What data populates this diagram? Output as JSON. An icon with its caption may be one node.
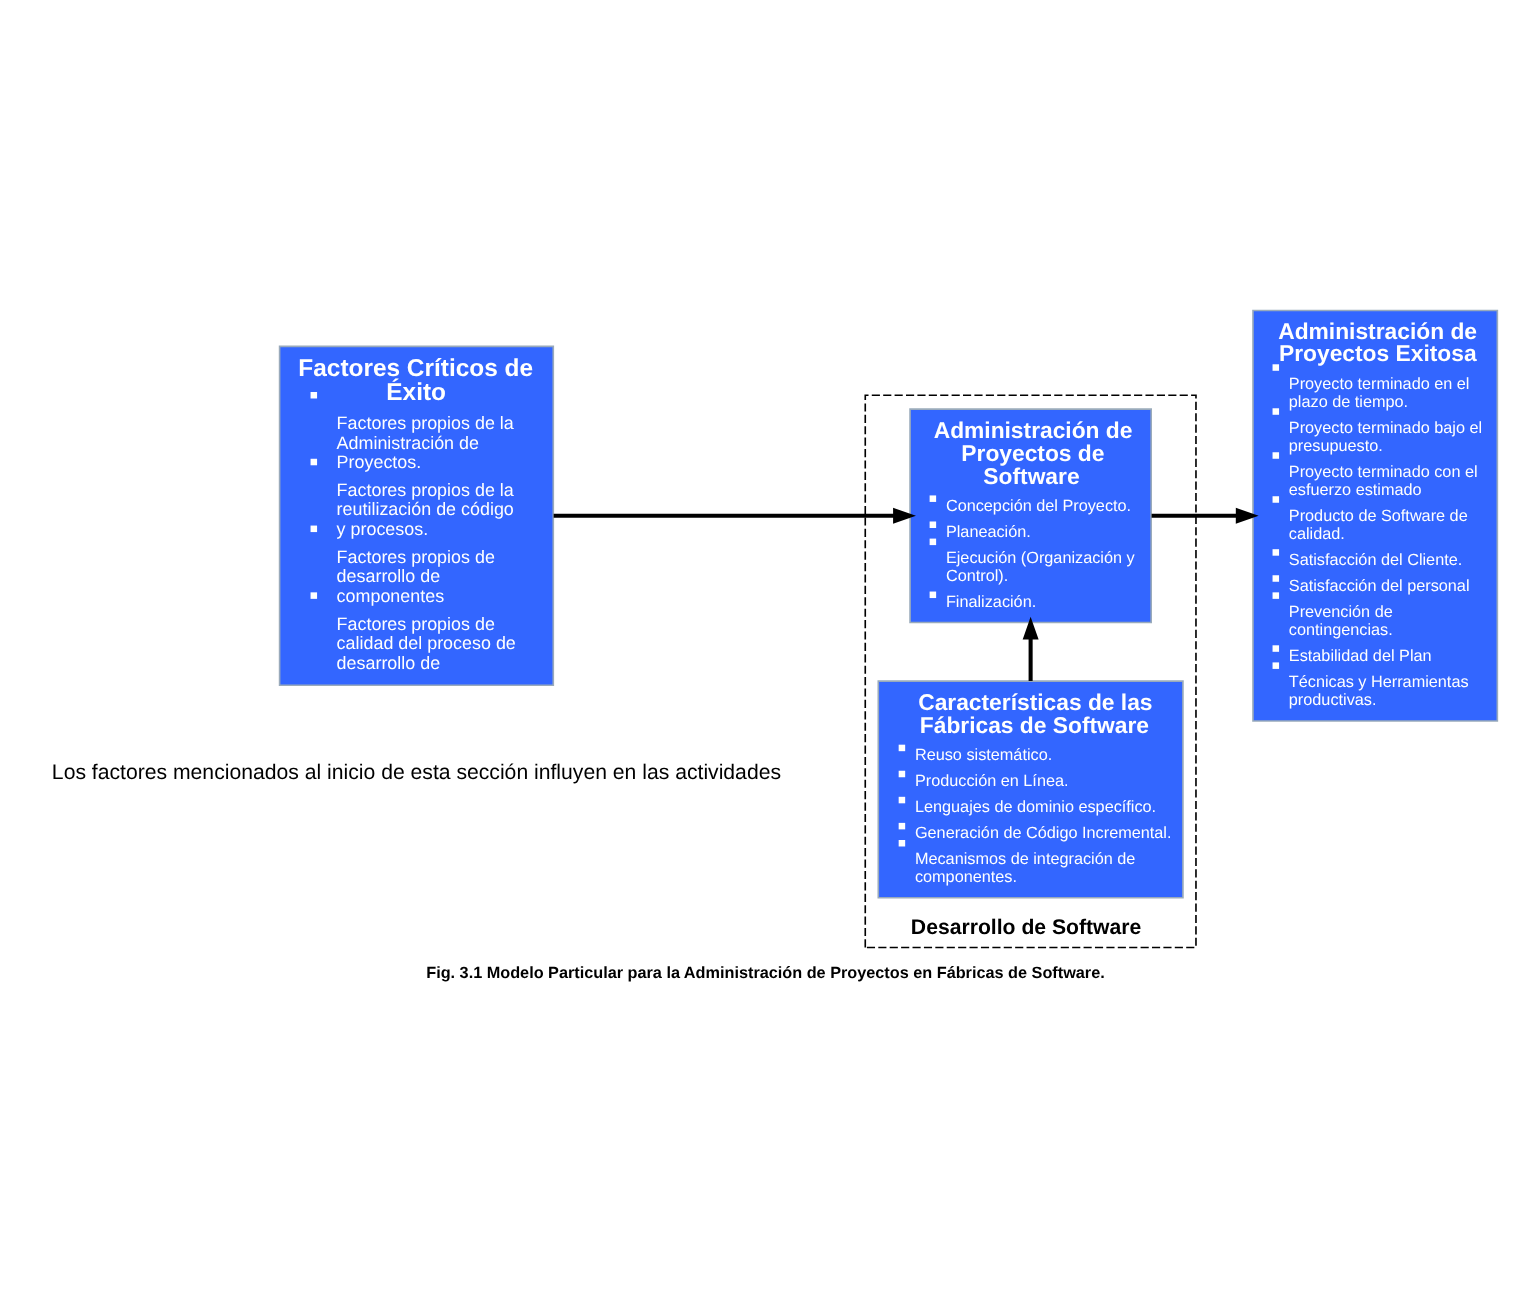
{
  "diagram": {
    "caption": "Fig. 3.1 Modelo Particular para la Administración de Proyectos en Fábricas de Software.",
    "nodes": [
      {
        "text": [
          "Factores Críticos de Éxito",
          "Factores propios de la Administración de Proyectos.",
          "Factores propios de la reutilización de código y procesos.",
          "Factores propios de desarrollo de componentes",
          "Factores propios de calidad del proceso de desarrollo de"
        ]
      },
      {
        "text": [
          "Desarrollo de Software"
        ]
      },
      {
        "text": [
          "Administración de Proyectos de Software",
          "Concepción del Proyecto.",
          "Planeación.",
          "Ejecución (Organización y Control).",
          "Finalización."
        ],
        "in": 1
      },
      {
        "text": [
          "Características de las Fábricas de Software",
          "Reuso sistemático.",
          "Producción en Línea.",
          "Lenguajes de dominio específico.",
          "Generación de Código Incremental.",
          "Mecanismos de integración de componentes."
        ],
        "in": 1
      },
      {
        "text": [
          "Administración de Proyectos Exitosa",
          "Proyecto terminado en el plazo de tiempo.",
          "Proyecto terminado bajo el presupuesto.",
          "Proyecto terminado con el esfuerzo estimado",
          "Producto de Software de calidad.",
          "Satisfacción del Cliente.",
          "Satisfacción del personal",
          "Prevención de contingencias.",
          "Estabilidad del Plan",
          "Técnicas y Herramientas productivas."
        ]
      }
    ],
    "edges": [
      {
        "from": 0,
        "to": 2,
        "arrow": "to"
      },
      {
        "from": 2,
        "to": 4,
        "arrow": "to"
      },
      {
        "from": 3,
        "to": 2,
        "arrow": "to"
      }
    ],
    "labels": [
      "Los factores mencionados al inicio de esta sección influyen en las actividades"
    ]
  }
}
